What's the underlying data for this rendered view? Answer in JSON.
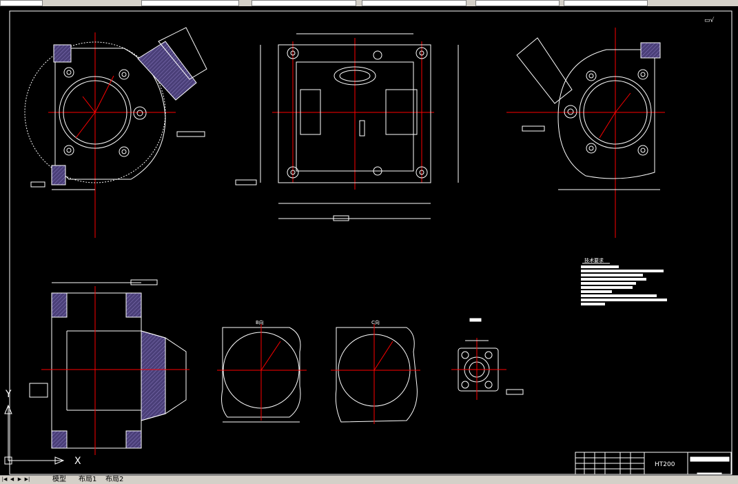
{
  "drawing": {
    "material": "HT200",
    "view_label_b": "B向",
    "view_label_c": "C向",
    "tech_title": "技术要求",
    "ucs_x": "X",
    "ucs_y": "Y"
  },
  "tabs": {
    "model": "模型",
    "layout1": "布局1",
    "layout2": "布局2"
  },
  "colors": {
    "background": "#000000",
    "linework": "#ffffff",
    "centerline": "#ff0000",
    "hatch": "#5a4a8a",
    "chrome": "#d4d0c8"
  }
}
